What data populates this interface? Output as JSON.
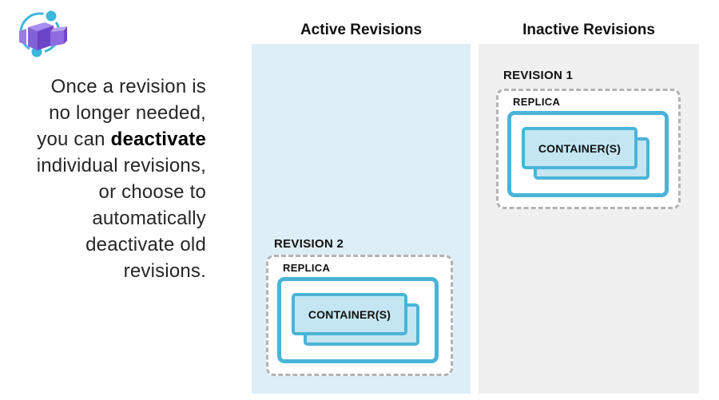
{
  "intro": {
    "text_before": "Once a revision is\nno longer needed,\nyou can ",
    "text_bold": "deactivate",
    "text_after": "\nindividual revisions,\nor choose to\nautomatically\ndeactivate old\nrevisions."
  },
  "icon": {
    "name": "azure-container-apps-logo"
  },
  "columns": {
    "active": {
      "title": "Active Revisions",
      "revision": {
        "label": "REVISION 2",
        "replica_label": "REPLICA",
        "container_label": "CONTAINER(S)"
      }
    },
    "inactive": {
      "title": "Inactive Revisions",
      "revision": {
        "label": "REVISION 1",
        "replica_label": "REPLICA",
        "container_label": "CONTAINER(S)"
      }
    }
  },
  "colors": {
    "active_panel_bg": "#deeef6",
    "inactive_panel_bg": "#f0f0f0",
    "teal_border": "#4ab4d8",
    "container_fill": "#c3e6f2",
    "dashed_border": "#b3b3b3",
    "icon_circle": "#3cb6dc"
  }
}
